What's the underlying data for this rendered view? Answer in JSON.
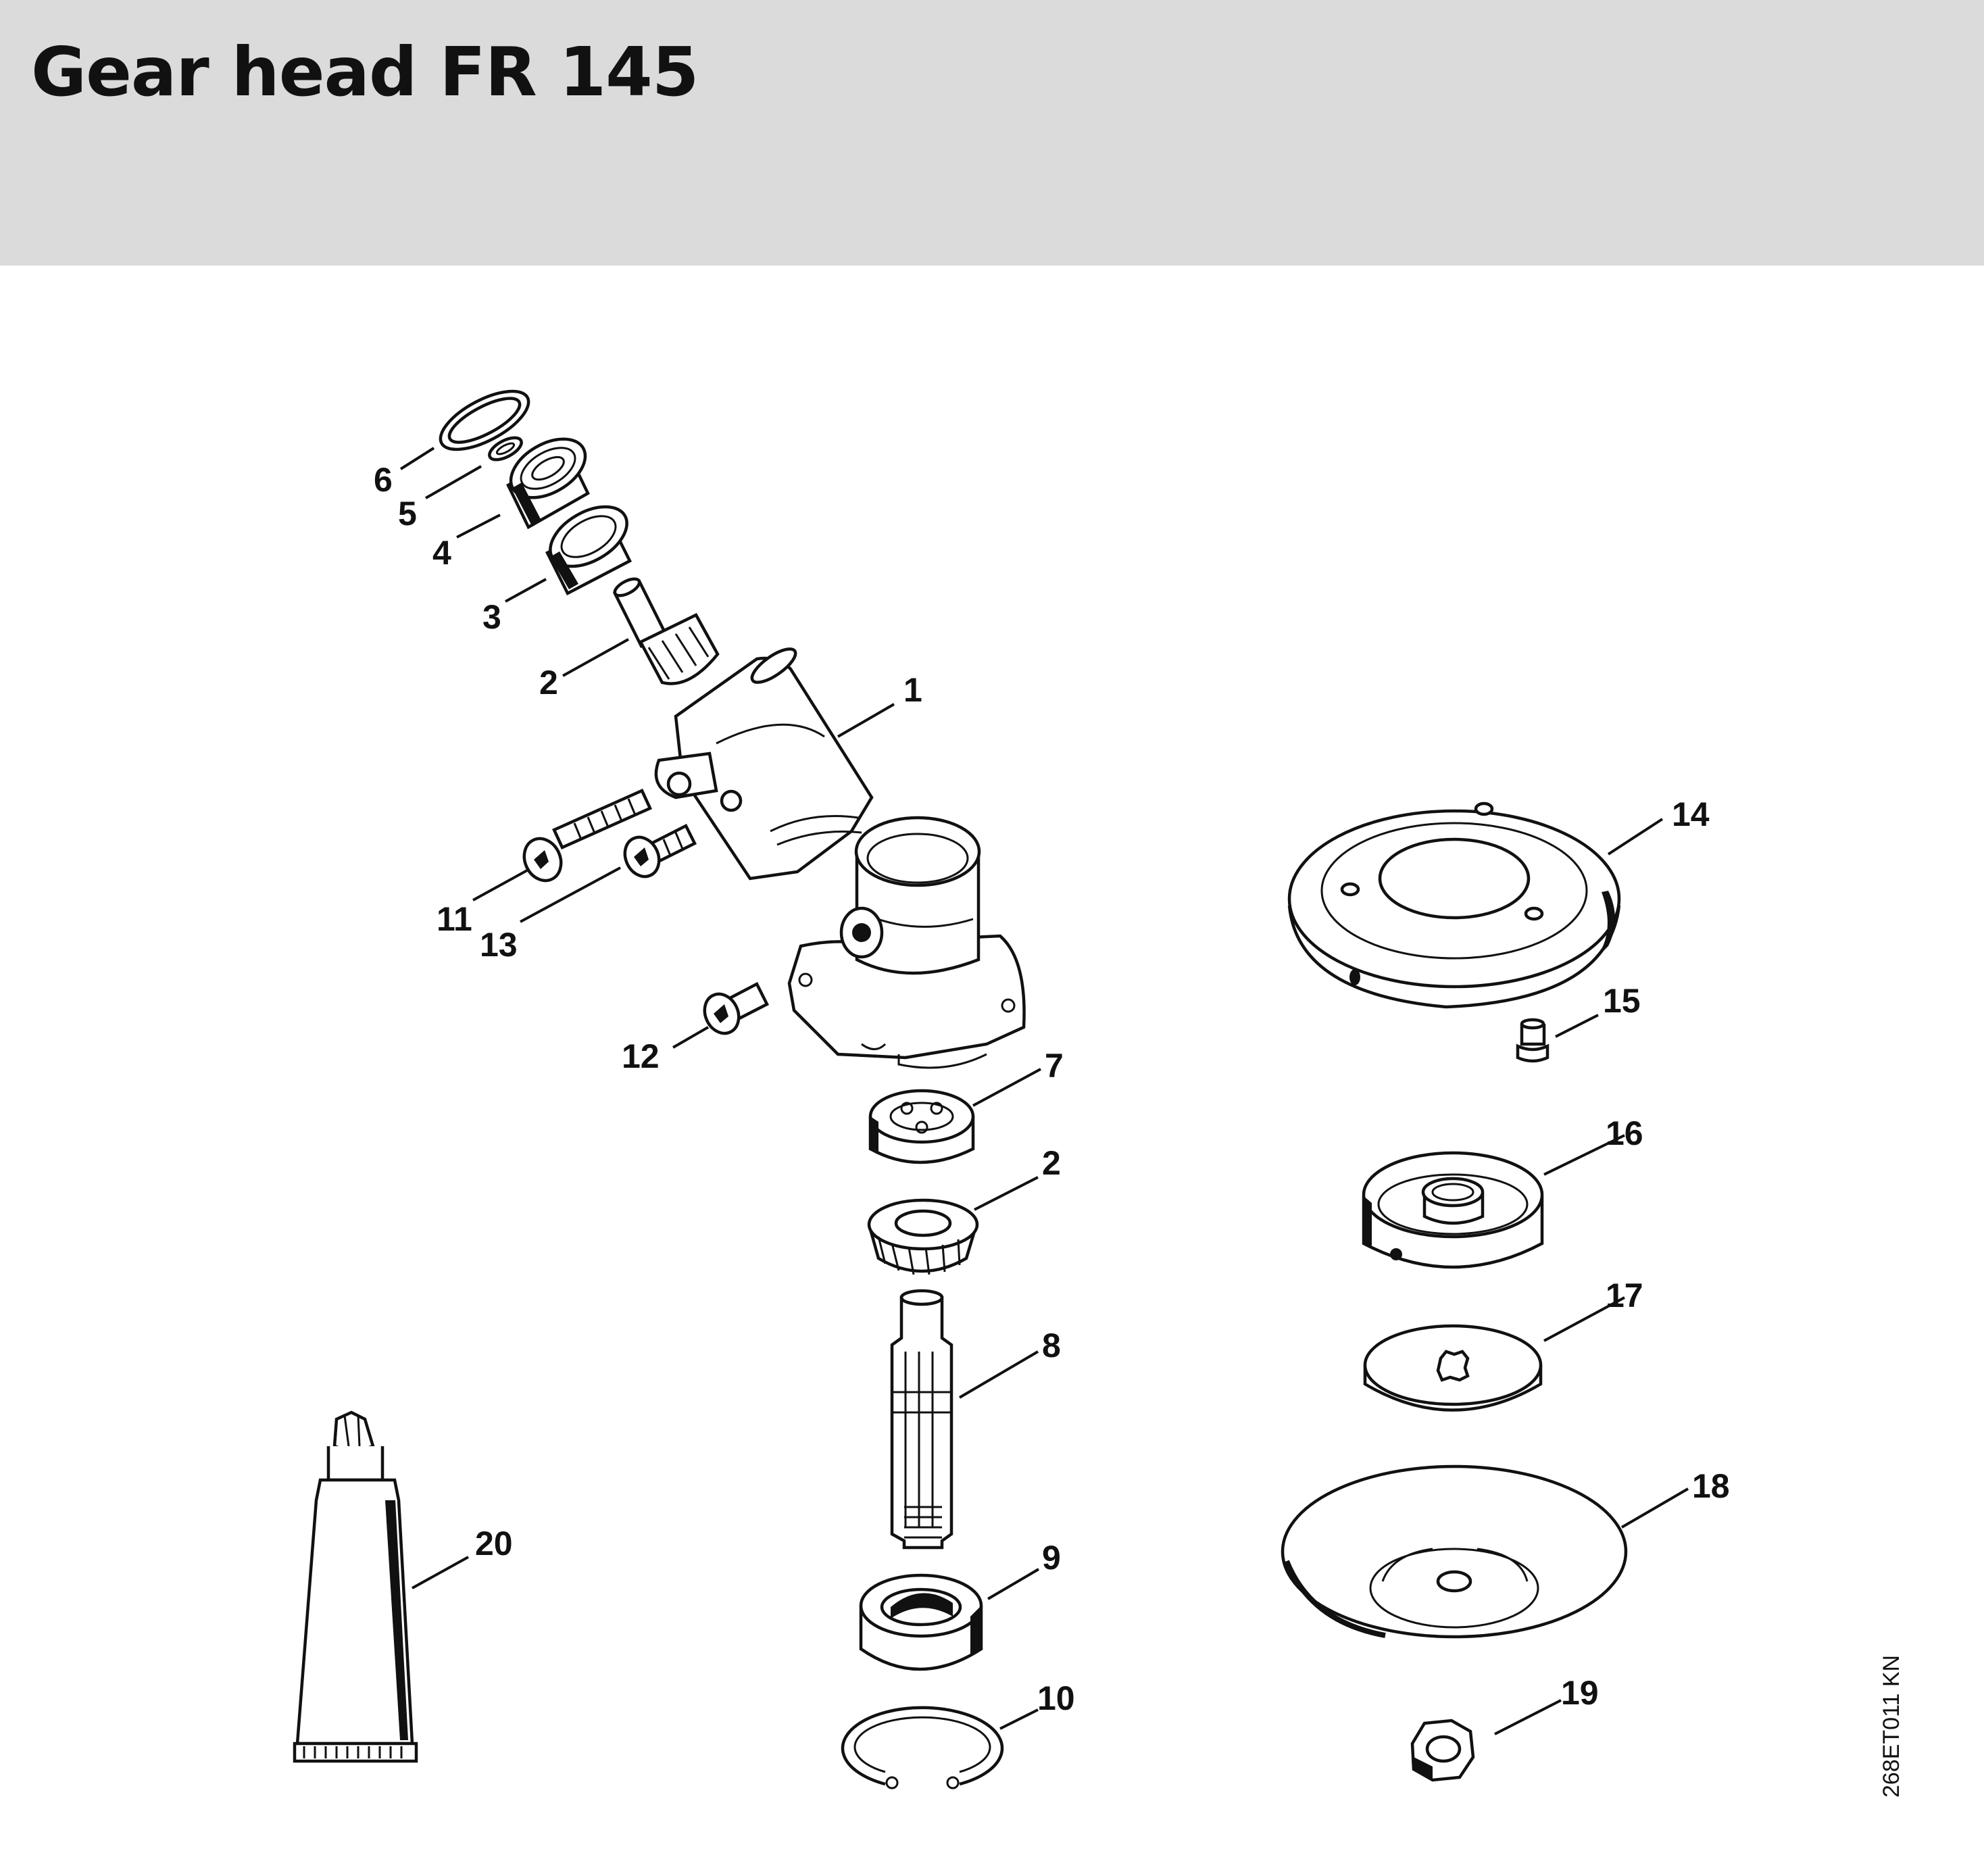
{
  "title": "Gear head FR 145",
  "drawing_code": "268ET011 KN",
  "callouts": [
    "1",
    "2",
    "3",
    "4",
    "5",
    "6",
    "7",
    "2",
    "8",
    "9",
    "10",
    "11",
    "12",
    "13",
    "14",
    "15",
    "16",
    "17",
    "18",
    "19",
    "20"
  ],
  "colors": {
    "header_bg": "#dadbda",
    "line": "#111111"
  }
}
